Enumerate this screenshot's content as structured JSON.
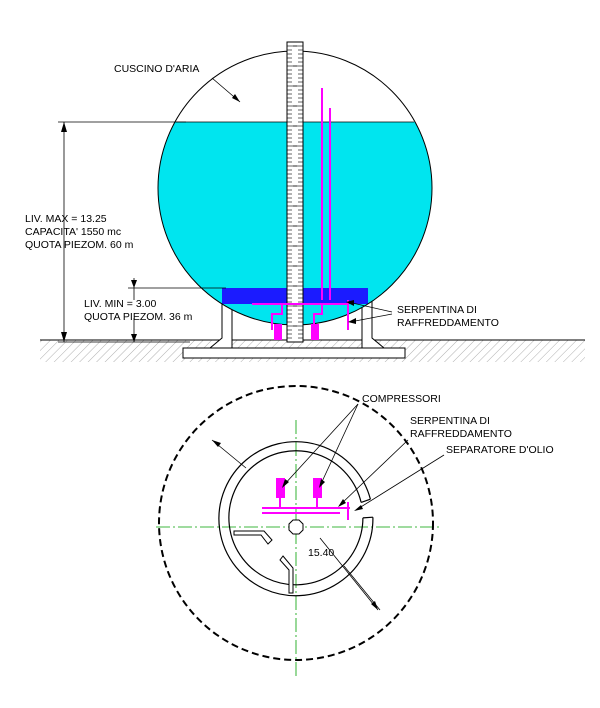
{
  "colors": {
    "water": "#00e5ef",
    "line": "#000000",
    "magenta": "#ff00ff",
    "blue": "#1b1bff",
    "ground_hatch": "#808080",
    "axis": "#00a000"
  },
  "section_view": {
    "air_cushion_label": "CUSCINO D'ARIA",
    "max_level": {
      "line1": "LIV.  MAX = 13.25",
      "line2": "CAPACITA' 1550 mc",
      "line3": "QUOTA  PIEZOM. 60 m"
    },
    "min_level": {
      "line1": "LIV.  MIN = 3.00",
      "line2": "QUOTA  PIEZOM. 36 m"
    },
    "cooling_coil": {
      "line1": "SERPENTINA DI",
      "line2": "RAFFREDDAMENTO"
    }
  },
  "plan_view": {
    "compressors_label": "COMPRESSORI",
    "cooling_coil": {
      "line1": "SERPENTINA DI",
      "line2": "RAFFREDDAMENTO"
    },
    "oil_separator_label": "SEPARATORE D'OLIO",
    "diameter_label": "15.40"
  }
}
